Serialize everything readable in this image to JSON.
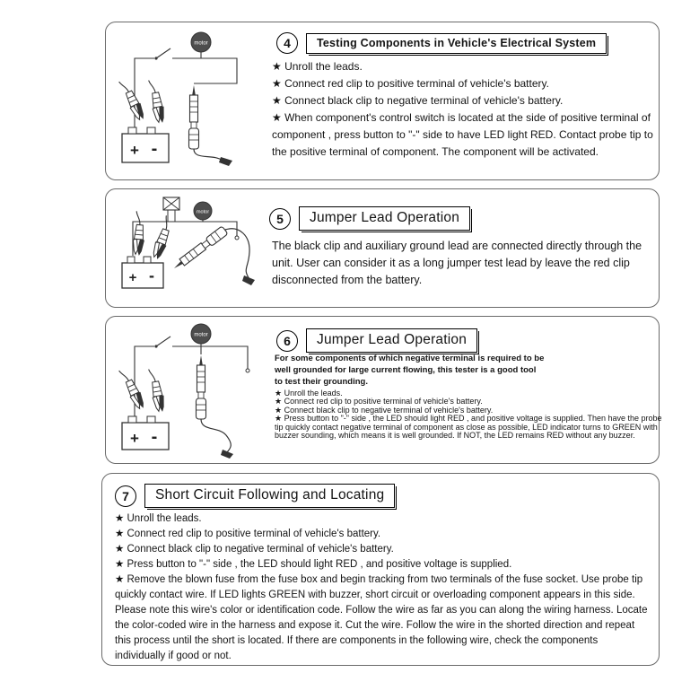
{
  "diagram": {
    "motor_label": "motor",
    "plus": "+",
    "minus": "-"
  },
  "panels": {
    "p4": {
      "number": "4",
      "title": "Testing Components in Vehicle's  Electrical System",
      "bullets": [
        "★ Unroll the leads.",
        "★ Connect red clip to positive terminal of vehicle's battery.",
        "★ Connect black clip to negative terminal of vehicle's  battery.",
        "★ When component's control switch is located at the side of positive terminal of component , press button to  \"-\"  side to have LED light RED. Contact probe tip to the positive terminal of component. The component will be activated."
      ]
    },
    "p5": {
      "number": "5",
      "title": "Jumper Lead Operation",
      "paragraph": "The black clip and auxiliary ground lead are connected  directly through the unit. User can consider it as a long jumper  test lead by leave the red clip disconnected from the battery."
    },
    "p6": {
      "number": "6",
      "title": "Jumper Lead Operation",
      "intro": "For some components of which negative terminal is required to be well grounded for large current flowing, this tester is a good tool to test their grounding.",
      "bullets": [
        "★ Unroll the leads.",
        "★ Connect red clip to positive terminal of vehicle's battery.",
        "★ Connect black clip to negative terminal of vehicle's  battery.",
        "★ Press button to  \"-\"  side , the LED should light RED , and  positive voltage is supplied. Then have the probe tip quickly  contact negative terminal of component as close as possible,  LED indicator turns to GREEN with buzzer sounding, which  means it is well grounded. If NOT, the LED remains RED  without any buzzer."
      ]
    },
    "p7": {
      "number": "7",
      "title": "Short Circuit Following and Locating",
      "bullets": [
        "★ Unroll the leads.",
        "★ Connect red clip to positive terminal of vehicle's battery.",
        "★ Connect black clip to negative terminal of vehicle's  battery.",
        "★ Press button to  \"-\"  side , the LED should light RED , and  positive voltage is supplied.",
        "★ Remove the blown fuse from the fuse box and begin  tracking from two terminals of the fuse socket. Use probe tip  quickly contact wire. If LED lights GREEN with buzzer, short  circuit or overloading component appears in this side. Please  note this wire's  color or identification code. Follow the wire as far  as you can along the wiring harness. Locate the color-coded wire  in the harness and expose it. Cut the wire. Follow the wire in the shorted direction and repeat this process until the short is  located. If there are components in the following wire, check the  components individually if good or not."
      ]
    }
  }
}
